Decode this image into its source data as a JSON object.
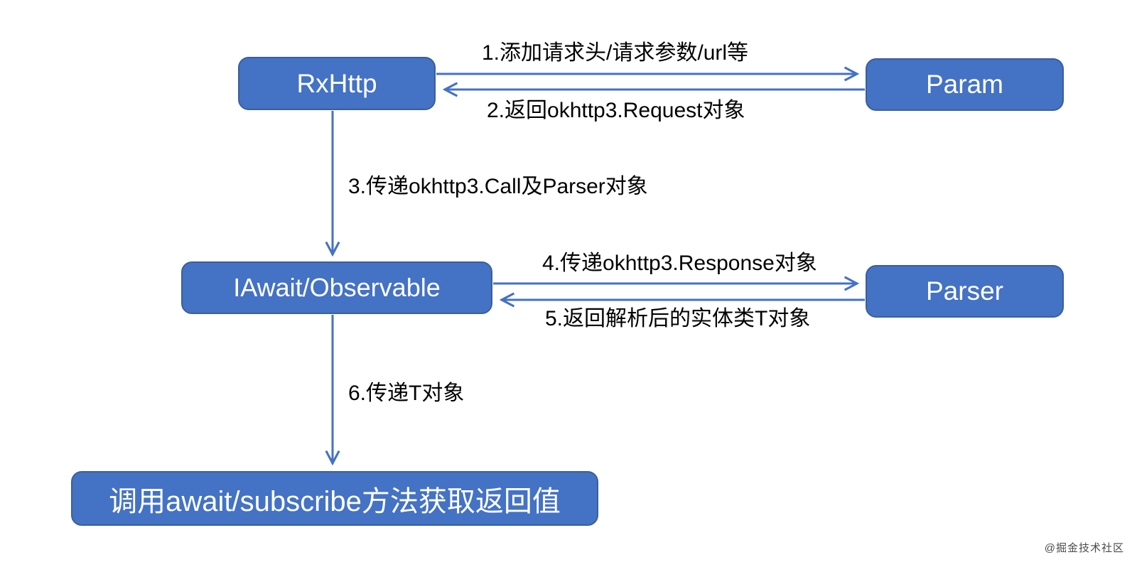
{
  "diagram": {
    "nodes": [
      {
        "id": "rxhttp",
        "label": "RxHttp"
      },
      {
        "id": "param",
        "label": "Param"
      },
      {
        "id": "iawait",
        "label": "IAwait/Observable"
      },
      {
        "id": "parser",
        "label": "Parser"
      },
      {
        "id": "result",
        "label": "调用await/subscribe方法获取返回值"
      }
    ],
    "edges": [
      {
        "from": "RxHttp",
        "to": "Param",
        "label": "1.添加请求头/请求参数/url等"
      },
      {
        "from": "Param",
        "to": "RxHttp",
        "label": "2.返回okhttp3.Request对象"
      },
      {
        "from": "RxHttp",
        "to": "IAwait/Observable",
        "label": "3.传递okhttp3.Call及Parser对象"
      },
      {
        "from": "IAwait/Observable",
        "to": "Parser",
        "label": "4.传递okhttp3.Response对象"
      },
      {
        "from": "Parser",
        "to": "IAwait/Observable",
        "label": "5.返回解析后的实体类T对象"
      },
      {
        "from": "IAwait/Observable",
        "to": "调用await/subscribe方法获取返回值",
        "label": "6.传递T对象"
      }
    ],
    "watermark": "@掘金技术社区",
    "colors": {
      "node_fill": "#4472C4",
      "node_border": "#3A5F9B",
      "arrow": "#4472C4",
      "node_text": "#FFFFFF",
      "label_text": "#000000"
    }
  }
}
